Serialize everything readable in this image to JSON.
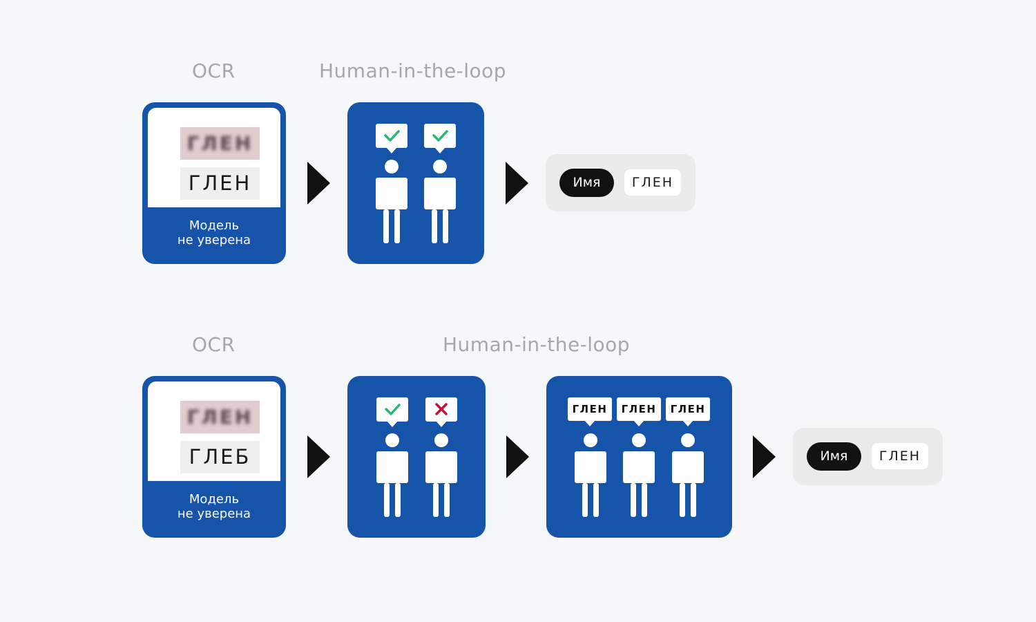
{
  "rows": [
    {
      "ocr_label": "OCR",
      "hitl_label": "Human-in-the-loop",
      "ocr": {
        "source_text": "ГЛЕН",
        "recognized_text": "ГЛЕН",
        "caption_line1": "Модель",
        "caption_line2": "не уверена"
      },
      "votes": [
        "check",
        "check"
      ],
      "result": {
        "key": "Имя",
        "value": "ГЛЕН"
      }
    },
    {
      "ocr_label": "OCR",
      "hitl_label": "Human-in-the-loop",
      "ocr": {
        "source_text": "ГЛЕН",
        "recognized_text": "ГЛЕБ",
        "caption_line1": "Модель",
        "caption_line2": "не уверена"
      },
      "votes": [
        "check",
        "cross"
      ],
      "retype": [
        "ГЛЕН",
        "ГЛЕН",
        "ГЛЕН"
      ],
      "result": {
        "key": "Имя",
        "value": "ГЛЕН"
      }
    }
  ],
  "colors": {
    "card_blue": "#1554a8",
    "check_green": "#2bb673",
    "cross_red": "#c8102e",
    "label_gray": "#a5a8ab"
  }
}
